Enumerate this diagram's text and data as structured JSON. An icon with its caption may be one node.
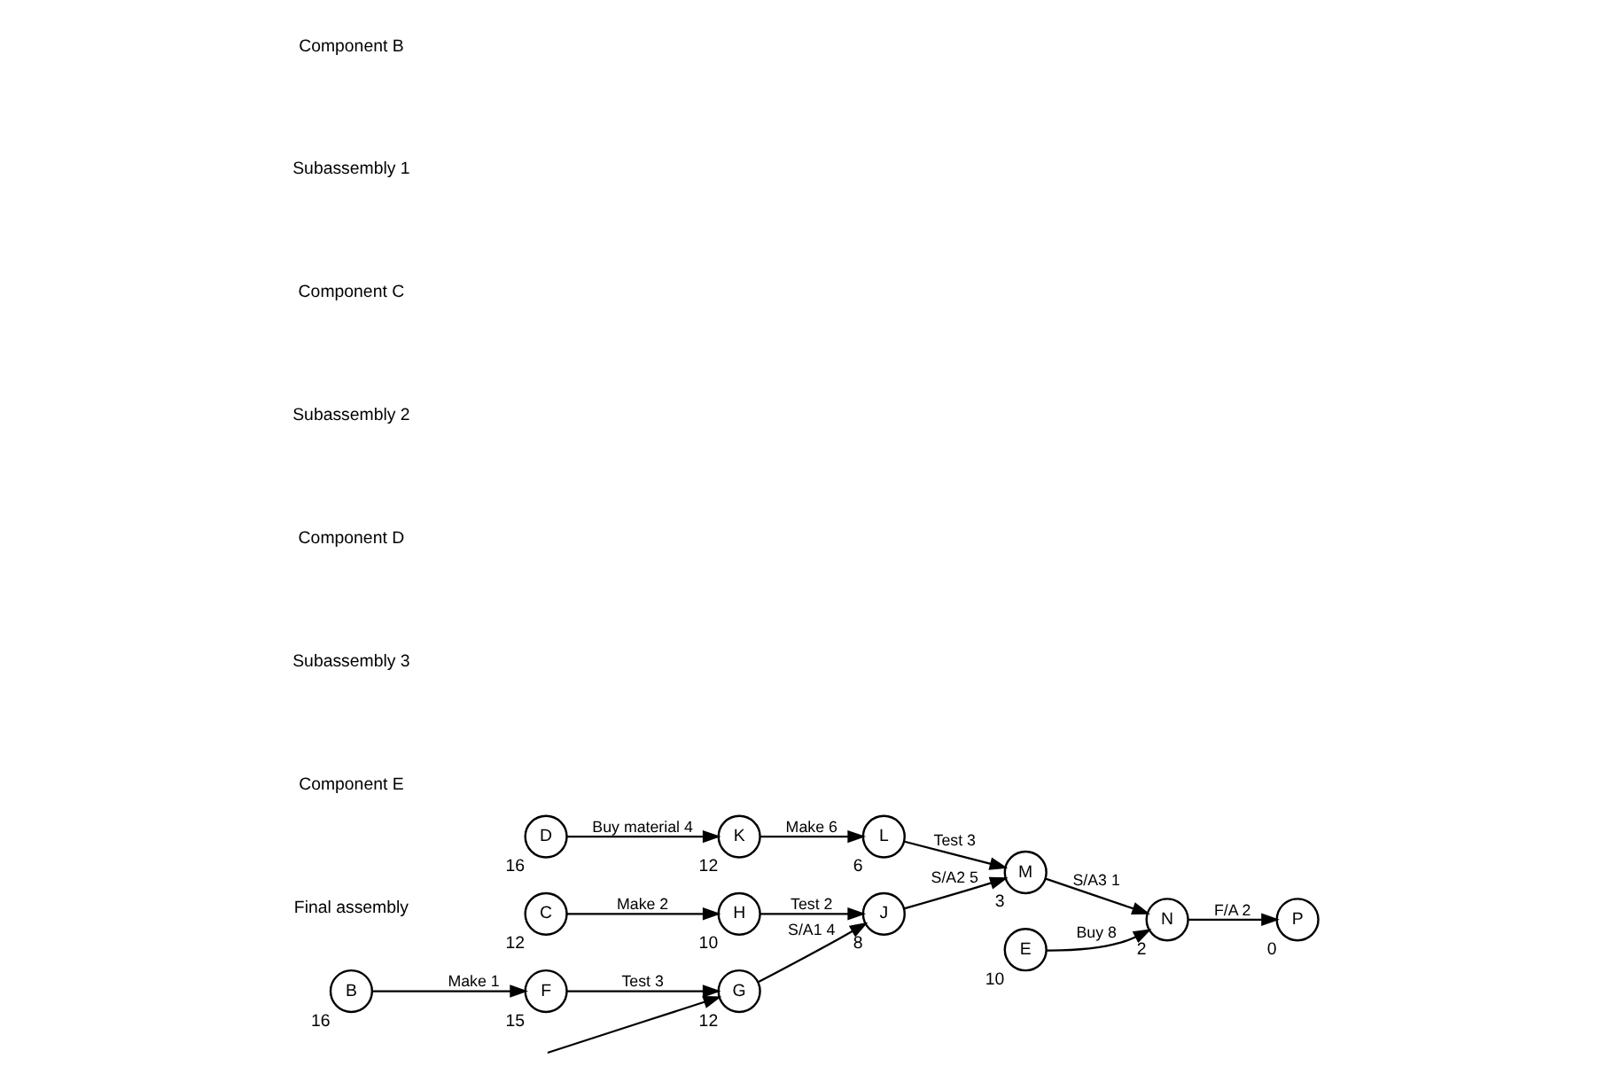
{
  "diagram": {
    "nodes": [
      {
        "text": [
          "B"
        ],
        "beside": [
          "16"
        ]
      },
      {
        "text": [
          "F"
        ],
        "beside": [
          "15"
        ]
      },
      {
        "text": [
          "G"
        ],
        "beside": [
          "12"
        ]
      },
      {
        "text": [
          "C"
        ],
        "beside": [
          "12"
        ]
      },
      {
        "text": [
          "H"
        ],
        "beside": [
          "10"
        ]
      },
      {
        "text": [
          "J"
        ],
        "beside": [
          "8"
        ]
      },
      {
        "text": [
          "D"
        ],
        "beside": [
          "16"
        ]
      },
      {
        "text": [
          "K"
        ],
        "beside": [
          "12"
        ]
      },
      {
        "text": [
          "L"
        ],
        "beside": [
          "6"
        ]
      },
      {
        "text": [
          "M"
        ],
        "beside": [
          "3"
        ]
      },
      {
        "text": [
          "E"
        ],
        "beside": [
          "10"
        ]
      },
      {
        "text": [
          "N"
        ],
        "beside": [
          "2"
        ]
      },
      {
        "text": [
          "P"
        ],
        "beside": [
          "0"
        ]
      }
    ],
    "edges": [
      {
        "from": 0,
        "to": 1,
        "arrow": "to",
        "label": "Make 1"
      },
      {
        "from": 1,
        "to": 2,
        "arrow": "to",
        "label": "Test 3"
      },
      {
        "from": null,
        "to": 2,
        "arrow": "to"
      },
      {
        "from": 2,
        "to": 5,
        "arrow": "to",
        "label": "S/A1 4"
      },
      {
        "from": 3,
        "to": 4,
        "arrow": "to",
        "label": "Make 2"
      },
      {
        "from": 4,
        "to": 5,
        "arrow": "to",
        "label": "Test 2"
      },
      {
        "from": 5,
        "to": 9,
        "arrow": "to",
        "label": "S/A2 5"
      },
      {
        "from": 6,
        "to": 7,
        "arrow": "to",
        "label": "Buy material 4"
      },
      {
        "from": 7,
        "to": 8,
        "arrow": "to",
        "label": "Make 6"
      },
      {
        "from": 8,
        "to": 9,
        "arrow": "to",
        "label": "Test 3"
      },
      {
        "from": 9,
        "to": 11,
        "arrow": "to",
        "label": "S/A3 1"
      },
      {
        "from": 10,
        "to": 11,
        "arrow": "to",
        "label": "Buy 8"
      },
      {
        "from": 11,
        "to": 12,
        "arrow": "to",
        "label": "F/A 2"
      }
    ],
    "labels": [
      "Component B",
      "Subassembly 1",
      "Component C",
      "Subassembly 2",
      "Component D",
      "Subassembly 3",
      "Component E",
      "Final assembly"
    ]
  }
}
